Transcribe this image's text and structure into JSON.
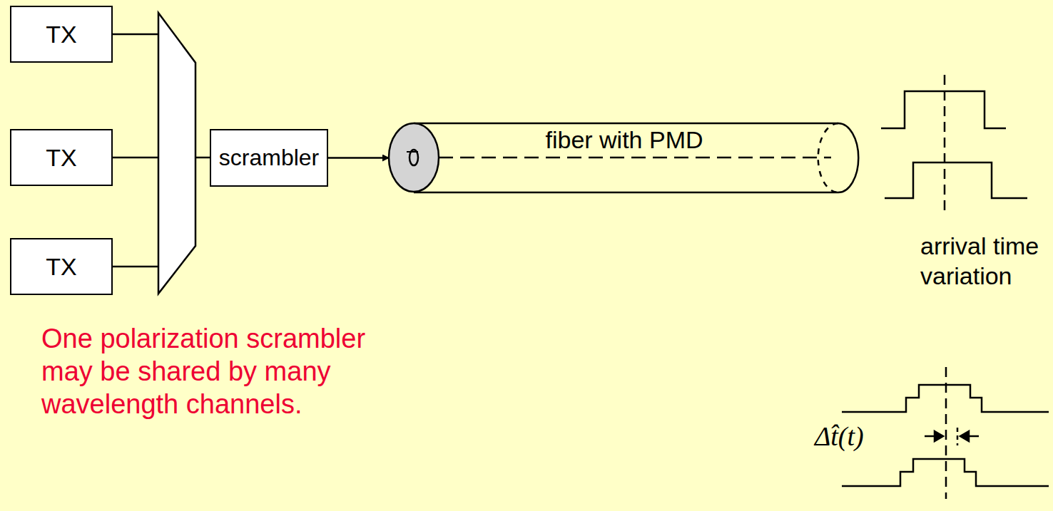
{
  "diagram": {
    "nodes": [
      {
        "text": [
          "TX"
        ]
      },
      {
        "text": [
          "TX"
        ]
      },
      {
        "text": [
          "TX"
        ]
      },
      {
        "text": [
          "scrambler"
        ]
      },
      {
        "text": [
          "fiber with PMD"
        ]
      }
    ],
    "edges": [
      {
        "from": 3,
        "to": 4,
        "arrow": "to"
      }
    ],
    "labels": [
      "arrival time variation",
      "One polarization scrambler may be shared by many wavelength channels.",
      "Δt̂(t)"
    ]
  }
}
